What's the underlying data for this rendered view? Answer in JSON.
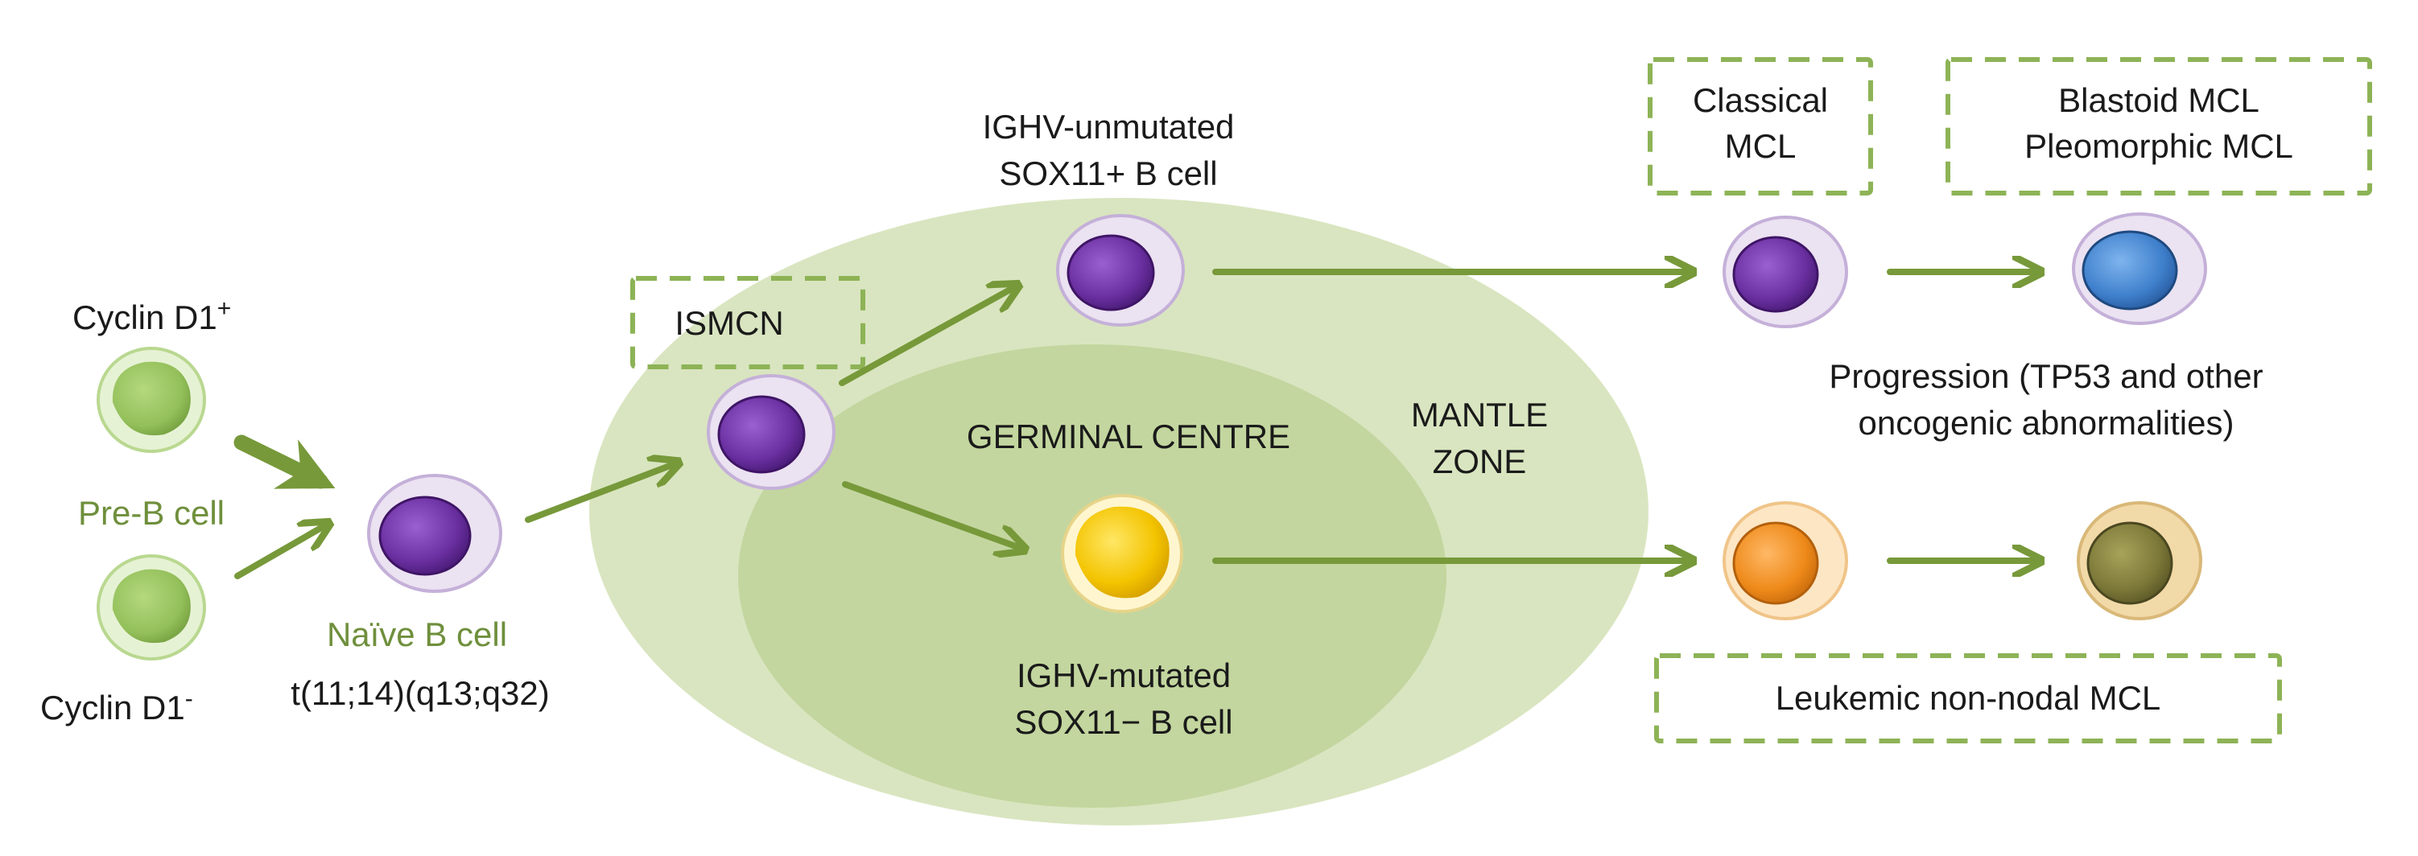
{
  "labels": {
    "cyclin_pos_main": "Cyclin D1",
    "cyclin_pos_sup": "+",
    "pre_b_cell": "Pre-B cell",
    "cyclin_neg_main": "Cyclin D1",
    "cyclin_neg_sup": "-",
    "naive_b_cell": "Naïve B cell",
    "translocation": "t(11;14)(q13;q32)",
    "ismcn": "ISMCN",
    "unmutated_line1": "IGHV-unmutated",
    "unmutated_line2": "SOX11+ B cell",
    "germinal_centre": "GERMINAL CENTRE",
    "mantle_line1": "MANTLE",
    "mantle_line2": "ZONE",
    "mutated_line1": "IGHV-mutated",
    "mutated_line2": "SOX11− B cell",
    "classical_line1": "Classical",
    "classical_line2": "MCL",
    "blastoid_line1": "Blastoid MCL",
    "blastoid_line2": "Pleomorphic MCL",
    "progression_line1": "Progression (TP53 and other",
    "progression_line2": "oncogenic abnormalities)",
    "leukemic": "Leukemic non-nodal MCL"
  },
  "colors": {
    "mantle_zone": "#d9e5c0",
    "germinal_centre": "#c3d69f",
    "arrow": "#77993a",
    "dashed_box": "#8db356",
    "green_text": "#6f8f3c",
    "pre_b_cell": "#93c05a",
    "purple_nucleus": "#6a2fa0",
    "yellow_nucleus": "#f3c400",
    "blue_nucleus": "#3f80cc",
    "orange_nucleus": "#ee8a1a",
    "olive_nucleus": "#7c7838"
  }
}
